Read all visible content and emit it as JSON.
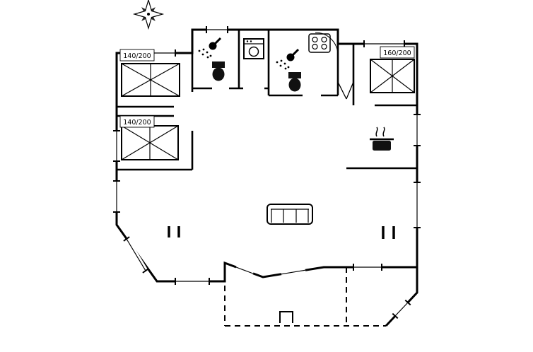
{
  "colors": {
    "background": "#ffffff",
    "line": "#000000"
  },
  "floor_plan": {
    "bed_size_labels": {
      "bedroom_top_left": "140/200",
      "bedroom_mid_left": "140/200",
      "bedroom_top_right": "160/200"
    },
    "symbols": [
      "compass-rose",
      "double-bed",
      "toilet",
      "shower-head",
      "washing-machine",
      "hob-shower-tray",
      "door-swing-arc",
      "double-door",
      "cooking-pot",
      "sofa",
      "roof-column",
      "terrace-grill",
      "terrace-dashed-boundary"
    ]
  }
}
